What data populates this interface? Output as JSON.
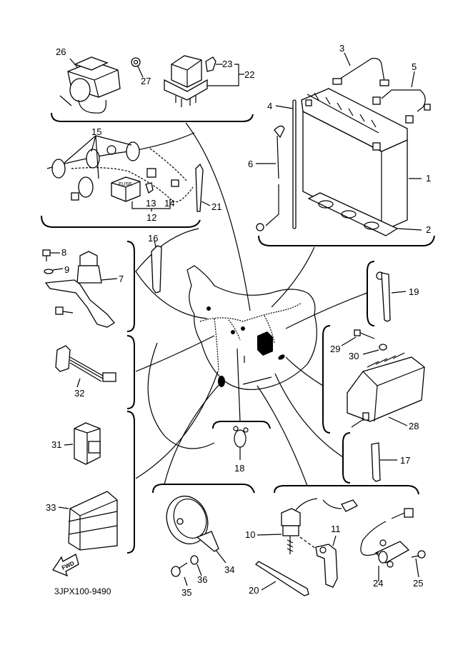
{
  "diagram": {
    "type": "exploded parts diagram",
    "subject": "electrical components / wiring harness",
    "catalog_code": "3JPX100-9490",
    "direction_marker": "FWD",
    "fuse_box_text": "FUSE",
    "callouts": [
      {
        "id": "1",
        "part": "battery"
      },
      {
        "id": "2",
        "part": "battery-tray-pad"
      },
      {
        "id": "3",
        "part": "battery-strap"
      },
      {
        "id": "4",
        "part": "breather-hose"
      },
      {
        "id": "5",
        "part": "battery-lead"
      },
      {
        "id": "6",
        "part": "ground-lead"
      },
      {
        "id": "7",
        "part": "main-switch"
      },
      {
        "id": "8",
        "part": "bolt"
      },
      {
        "id": "9",
        "part": "washer"
      },
      {
        "id": "10",
        "part": "neutral-switch"
      },
      {
        "id": "11",
        "part": "bracket"
      },
      {
        "id": "12",
        "part": "fuse-box-assembly"
      },
      {
        "id": "13",
        "part": "fuse"
      },
      {
        "id": "14",
        "part": "fuse-cap"
      },
      {
        "id": "15",
        "part": "wire-clamps"
      },
      {
        "id": "16",
        "part": "cable-tie"
      },
      {
        "id": "17",
        "part": "cable-tie"
      },
      {
        "id": "18",
        "part": "wire-clip"
      },
      {
        "id": "19",
        "part": "band"
      },
      {
        "id": "20",
        "part": "cable-tie"
      },
      {
        "id": "21",
        "part": "cable-tie"
      },
      {
        "id": "22",
        "part": "starter-relay-assembly"
      },
      {
        "id": "23",
        "part": "relay-fuse"
      },
      {
        "id": "24",
        "part": "sensor"
      },
      {
        "id": "25",
        "part": "screw"
      },
      {
        "id": "26",
        "part": "ignition-coil"
      },
      {
        "id": "27",
        "part": "nut"
      },
      {
        "id": "28",
        "part": "rectifier-regulator"
      },
      {
        "id": "29",
        "part": "bolt"
      },
      {
        "id": "30",
        "part": "washer"
      },
      {
        "id": "31",
        "part": "relay"
      },
      {
        "id": "32",
        "part": "lead-harness"
      },
      {
        "id": "33",
        "part": "cdi-unit"
      },
      {
        "id": "34",
        "part": "horn"
      },
      {
        "id": "35",
        "part": "bolt"
      },
      {
        "id": "36",
        "part": "washer"
      }
    ]
  }
}
